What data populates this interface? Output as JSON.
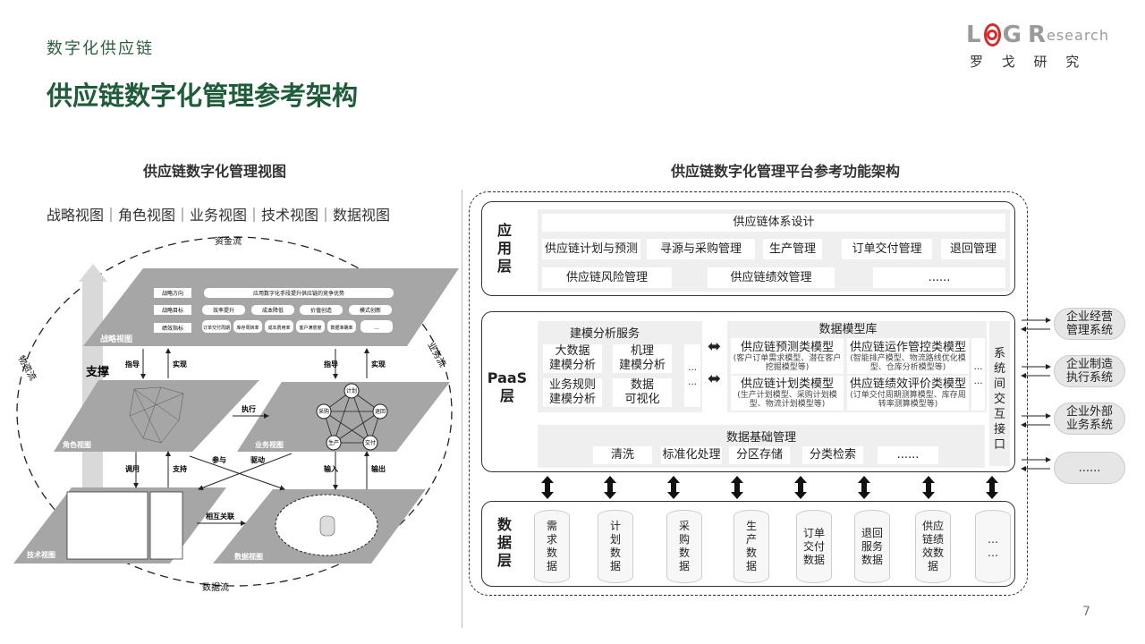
{
  "header": {
    "section": "数字化供应链",
    "title": "供应链数字化管理参考架构"
  },
  "logo": {
    "text": "LOGResearch",
    "cn": "罗 戈 研 究"
  },
  "left": {
    "title": "供应链数字化管理视图",
    "views": "战略视图｜角色视图｜业务视图｜技术视图｜数据视图",
    "flows": {
      "capital": "资金流",
      "material": "物资流",
      "business": "业务流",
      "data": "数据流"
    },
    "support": "支撑",
    "strategy": {
      "name": "战略视图",
      "rows": [
        "战略方向",
        "战略目标",
        "绩效指标"
      ],
      "vision": "应用数字化手段提升供应链的竞争优势",
      "goals": [
        "效率提升",
        "成本降低",
        "价值创造",
        "模式创新"
      ],
      "kpis": [
        "订单交付周期",
        "库存周转率",
        "成本费用率",
        "客户满意度",
        "数据准确率",
        "…"
      ]
    },
    "role": {
      "name": "角色视图"
    },
    "business": {
      "name": "业务视图",
      "nodes": [
        "计划",
        "采购",
        "退回",
        "生产",
        "交付"
      ]
    },
    "tech": {
      "name": "技术视图"
    },
    "datav": {
      "name": "数据视图"
    },
    "arrows": {
      "guide": "指导",
      "realize": "实现",
      "execute": "执行",
      "call": "调用",
      "support": "支持",
      "participate": "参与",
      "drive": "驱动",
      "input": "输入",
      "output": "输出",
      "related": "相互关联"
    }
  },
  "right": {
    "title": "供应链数字化管理平台参考功能架构",
    "app": {
      "label": "应用层",
      "top": "供应链体系设计",
      "row1": [
        "供应链计划与预测",
        "寻源与采购管理",
        "生产管理",
        "订单交付管理",
        "退回管理"
      ],
      "row2": [
        "供应链风险管理",
        "供应链绩效管理",
        "......"
      ]
    },
    "paas": {
      "label": "PaaS层",
      "modeling": {
        "title": "建模分析服务",
        "items": [
          "大数据\n建模分析",
          "机理\n建模分析",
          "业务规则\n建模分析",
          "数据\n可视化"
        ],
        "more": "…\n…"
      },
      "models": {
        "title": "数据模型库",
        "items": [
          {
            "name": "供应链预测类模型",
            "desc": "(客户订单需求模型、潜在客户挖掘模型等)"
          },
          {
            "name": "供应链运作管控类模型",
            "desc": "(智能排产模型、物流路线优化模型、仓库分析模型等)"
          },
          {
            "name": "供应链计划类模型",
            "desc": "(生产计划模型、采购计划模型、物流计划模型等)"
          },
          {
            "name": "供应链绩效评价类模型",
            "desc": "(订单交付周期测算模型、库存周转率测算模型等)"
          }
        ],
        "more": "…\n…"
      },
      "base": {
        "title": "数据基础管理",
        "items": [
          "清洗",
          "标准化处理",
          "分区存储",
          "分类检索",
          "......"
        ]
      },
      "interface": "系统间交互接口"
    },
    "data": {
      "label": "数据层",
      "items": [
        "需求数据",
        "计划数据",
        "采购数据",
        "生产数据",
        "订单交付数据",
        "退回服务数据",
        "供应链绩效数据",
        "…\n…"
      ]
    },
    "external": [
      "企业经营管理系统",
      "企业制造执行系统",
      "企业外部业务系统",
      "......"
    ]
  },
  "page": "7"
}
